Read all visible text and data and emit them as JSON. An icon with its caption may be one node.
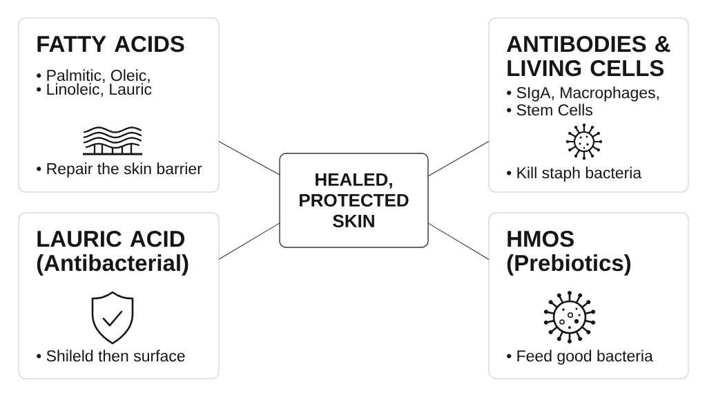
{
  "diagram": {
    "nodes": [
      {
        "text": [
          "FATTY ACIDS",
          "• Palmitic, Oleic,",
          "• Linoleic, Lauric",
          "• Repair the skin barrier"
        ]
      },
      {
        "text": [
          "ANTIBODIES & LIVING CELLS",
          "• SIgA, Macrophages,",
          "• Stem Cells",
          "• Kill staph bacteria"
        ]
      },
      {
        "text": [
          "HEALED, PROTECTED SKIN"
        ]
      },
      {
        "text": [
          "LAURIC ACID (Antibacterial)",
          "• Shileld then surface"
        ]
      },
      {
        "text": [
          "HMOS (Prebiotics)",
          "• Feed good bacteria"
        ]
      }
    ],
    "edges": [
      {
        "from": 0,
        "to": 2,
        "arrow": "none"
      },
      {
        "from": 1,
        "to": 2,
        "arrow": "none"
      },
      {
        "from": 3,
        "to": 2,
        "arrow": "none"
      },
      {
        "from": 4,
        "to": 2,
        "arrow": "none"
      }
    ]
  }
}
